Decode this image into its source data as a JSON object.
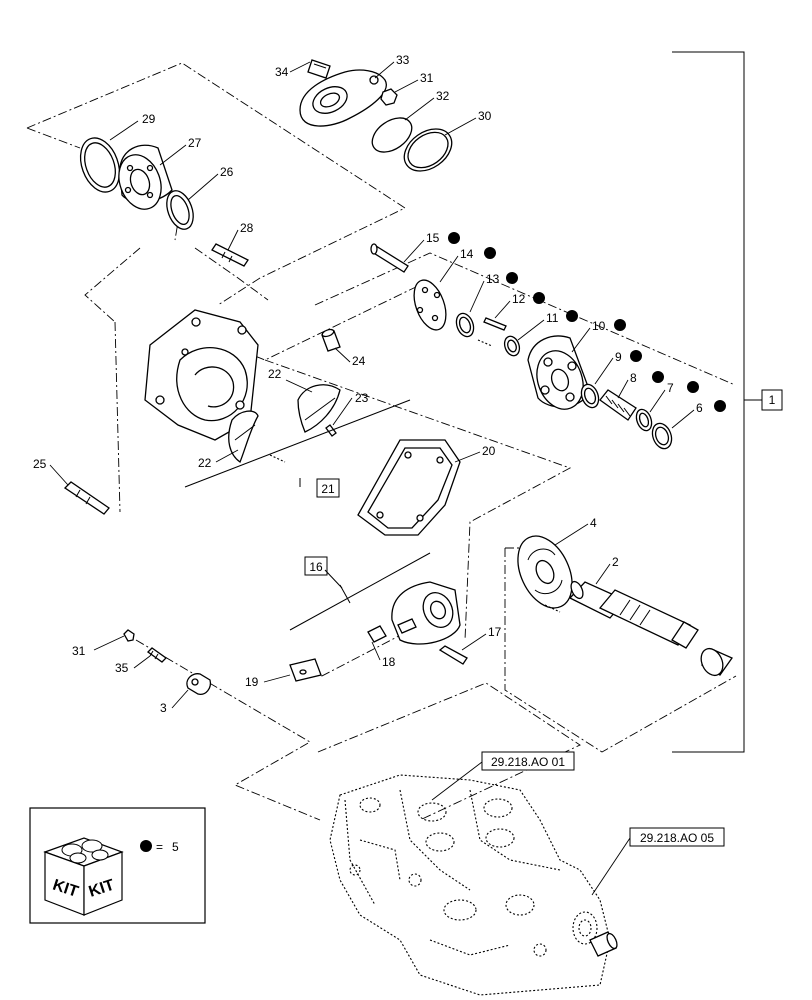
{
  "callouts": {
    "c1": "1",
    "c2": "2",
    "c3": "3",
    "c4": "4",
    "c6": "6",
    "c7": "7",
    "c8": "8",
    "c9": "9",
    "c10": "10",
    "c11": "11",
    "c12": "12",
    "c13": "13",
    "c14": "14",
    "c15": "15",
    "c16": "16",
    "c17": "17",
    "c18": "18",
    "c19": "19",
    "c20": "20",
    "c21": "21",
    "c22a": "22",
    "c22b": "22",
    "c23": "23",
    "c24": "24",
    "c25": "25",
    "c26": "26",
    "c27": "27",
    "c28": "28",
    "c29": "29",
    "c30": "30",
    "c31a": "31",
    "c31b": "31",
    "c32": "32",
    "c33": "33",
    "c34": "34",
    "c35": "35"
  },
  "references": {
    "ref_a": "29.218.AO 01",
    "ref_b": "29.218.AO 05"
  },
  "kit_legend": {
    "kit_word_1": "KIT",
    "kit_word_2": "KIT",
    "equals": "=",
    "kit_number": "5"
  }
}
